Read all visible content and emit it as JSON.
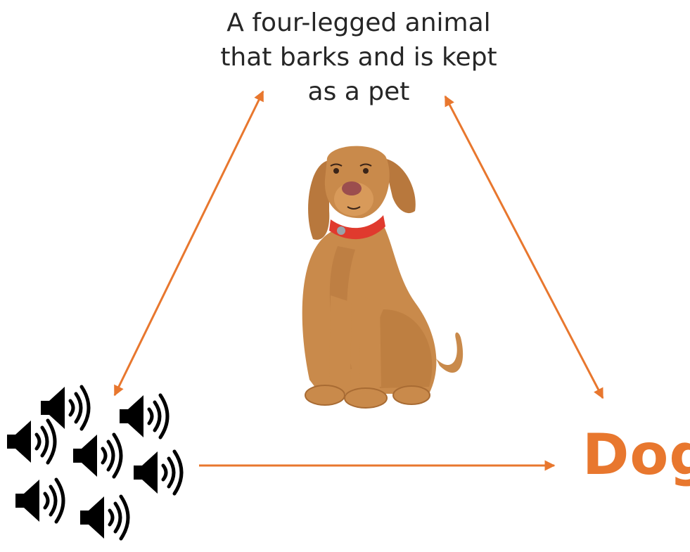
{
  "definition": {
    "lines": [
      "A four-legged animal",
      "that barks and is kept",
      "as a pet"
    ]
  },
  "word": "Dog",
  "colors": {
    "arrow": "#E8772E",
    "word": "#E8772E",
    "dog_body": "#C98A4B",
    "dog_shade": "#A86B33",
    "collar": "#E03A2E",
    "nose": "#9B4E4E",
    "speaker": "#000000"
  },
  "icons": {
    "image": "dog-illustration",
    "sound": "speaker-icon"
  },
  "speaker_count": 7
}
